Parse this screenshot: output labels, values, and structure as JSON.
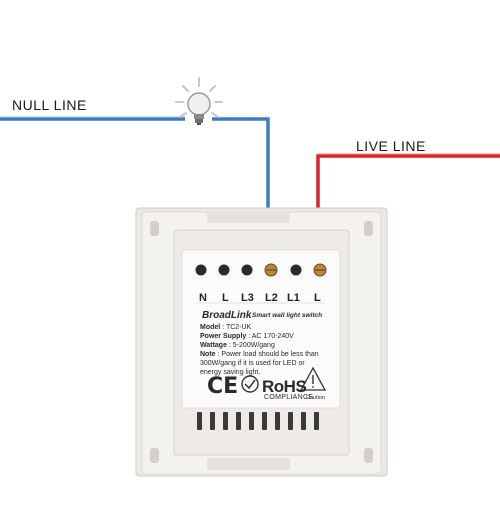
{
  "labels": {
    "null_line": "NULL LINE",
    "live_line": "LIVE LINE"
  },
  "terminals": [
    "N",
    "L",
    "L3",
    "L2",
    "L1",
    "L"
  ],
  "sticker": {
    "brand": "BroadLink",
    "subtitle": "Smart wall light switch",
    "model_label": "Model",
    "model_value": ": TC2-UK",
    "power_label": "Power Supply",
    "power_value": ": AC 170-240V",
    "wattage_label": "Wattage",
    "wattage_value": ": 5-200W/gang",
    "note_label": "Note",
    "note_line1": ": Power load should be less than",
    "note_line2": "300W/gang if it is used for LED or",
    "note_line3": "energy saving light.",
    "ce_mark": "CE",
    "rohs": "RoHS",
    "compliance": "COMPLIANCE",
    "caution": "Caution"
  },
  "colors": {
    "null_wire": "#3b7ec4",
    "live_wire": "#d8262a",
    "device_body": "#f2f1ef",
    "sticker": "#fbfbfb"
  }
}
